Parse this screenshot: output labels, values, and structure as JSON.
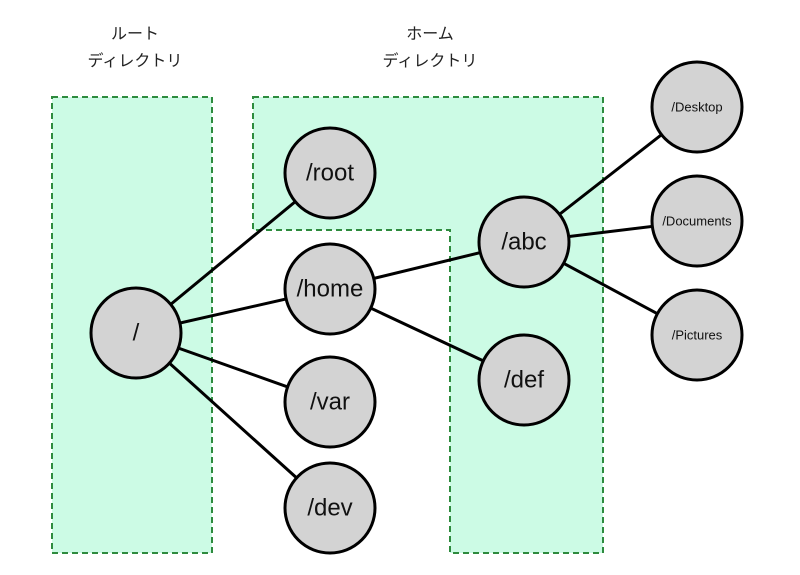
{
  "colors": {
    "region_fill": "#ccfbe5",
    "region_stroke": "#2e8b3e",
    "node_fill": "#d3d3d3",
    "node_stroke": "#000000",
    "edge": "#000000"
  },
  "captions": {
    "root_dir": [
      "ルート",
      "ディレクトリ"
    ],
    "home_dir": [
      "ホーム",
      "ディレクトリ"
    ]
  },
  "nodes": {
    "root": "/",
    "n_root": "/root",
    "n_home": "/home",
    "n_var": "/var",
    "n_dev": "/dev",
    "n_abc": "/abc",
    "n_def": "/def",
    "n_desktop": "/Desktop",
    "n_documents": "/Documents",
    "n_pictures": "/Pictures"
  },
  "edges": [
    [
      "root",
      "n_root"
    ],
    [
      "root",
      "n_home"
    ],
    [
      "root",
      "n_var"
    ],
    [
      "root",
      "n_dev"
    ],
    [
      "n_home",
      "n_abc"
    ],
    [
      "n_home",
      "n_def"
    ],
    [
      "n_abc",
      "n_desktop"
    ],
    [
      "n_abc",
      "n_documents"
    ],
    [
      "n_abc",
      "n_pictures"
    ]
  ]
}
